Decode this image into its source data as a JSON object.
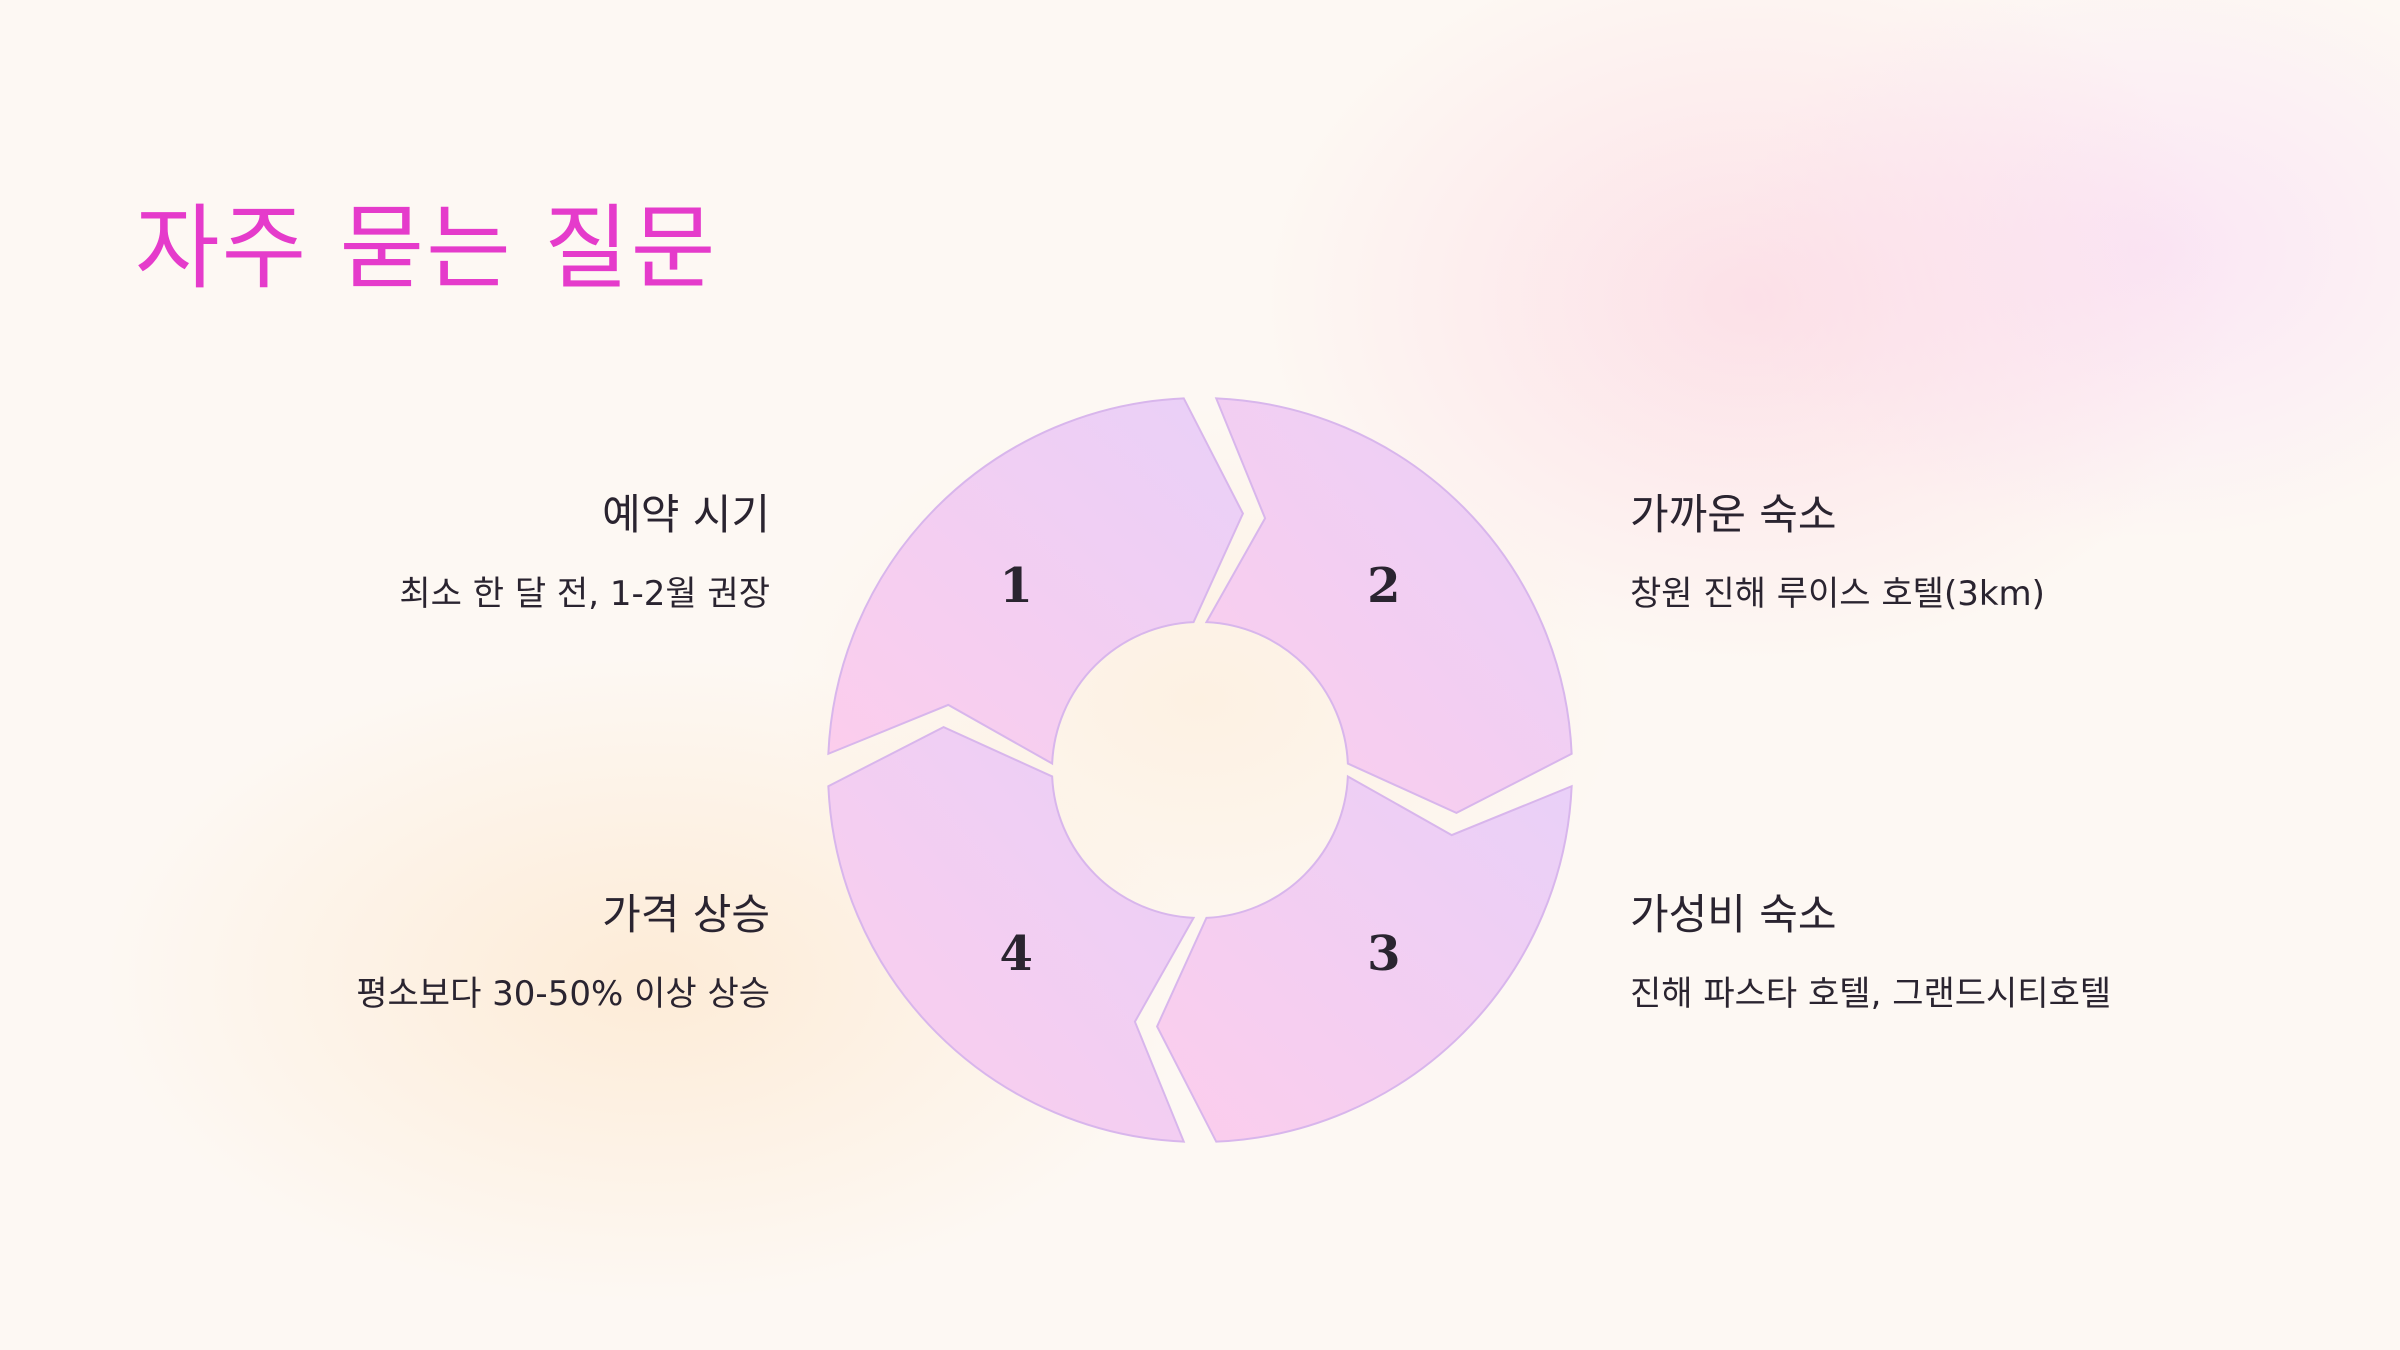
{
  "title": "자주 묻는 질문",
  "segments": [
    {
      "number": "1",
      "title": "예약 시기",
      "description": "최소 한 달 전, 1-2월 권장"
    },
    {
      "number": "2",
      "title": "가까운 숙소",
      "description": "창원 진해 루이스 호텔(3km)"
    },
    {
      "number": "3",
      "title": "가성비 숙소",
      "description": "진해 파스타 호텔, 그랜드시티호텔"
    },
    {
      "number": "4",
      "title": "가격 상승",
      "description": "평소보다 30-50% 이상 상승"
    }
  ],
  "colors": {
    "title": "#e53bcb",
    "text": "#2a2430",
    "segment_pink": "#fccdec",
    "segment_lavender": "#e9d0f8",
    "segment_stroke": "#d8b6ec"
  }
}
